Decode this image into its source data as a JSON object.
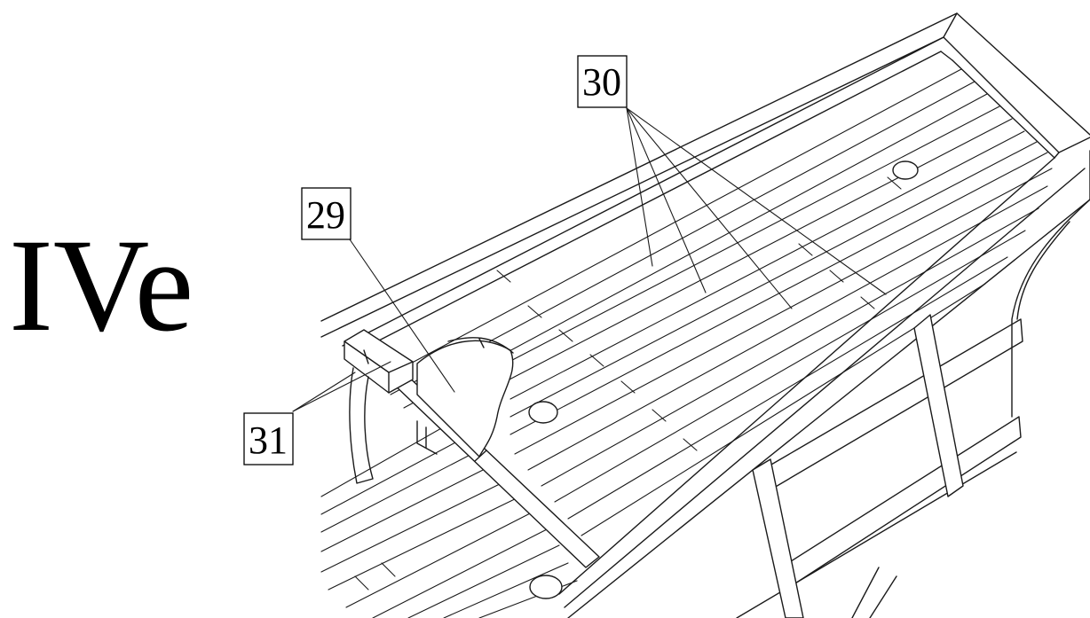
{
  "figure_label": "IVe",
  "callouts": {
    "c29": "29",
    "c30": "30",
    "c31": "31"
  }
}
